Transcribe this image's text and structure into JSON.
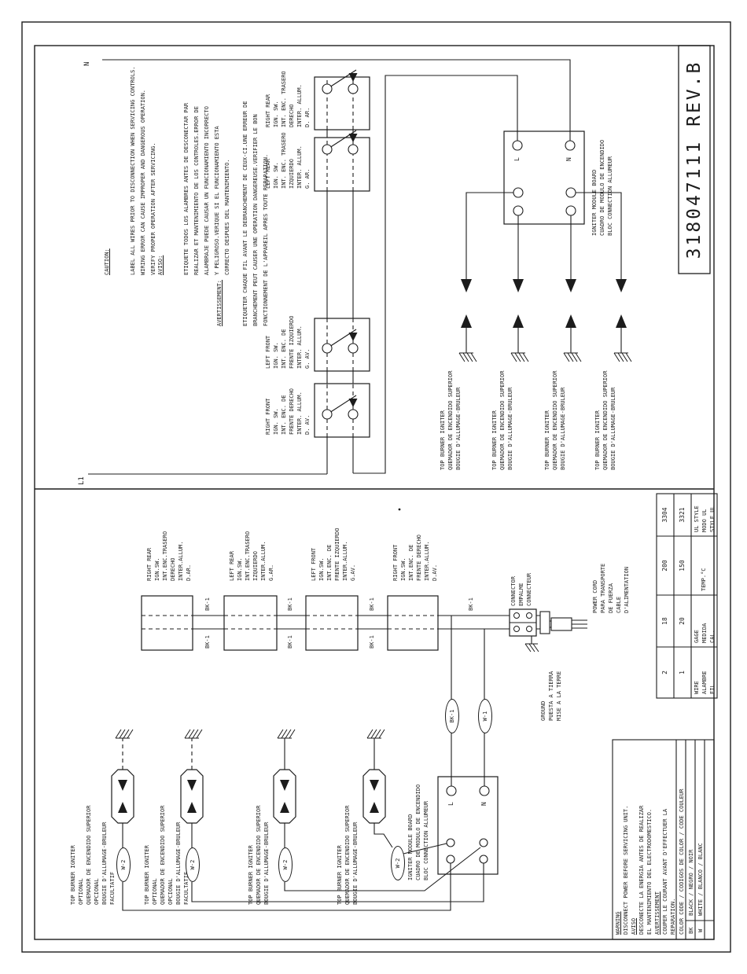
{
  "part_number": "318047111 REV.B",
  "rails": {
    "neutral": "N",
    "line": "L1"
  },
  "notes": {
    "caution": {
      "title": "CAUTION:",
      "lines": [
        "LABEL ALL WIRES PRIOR TO DISCONNECTION WHEN SERVICING CONTROLS.",
        "WIRING ERROR CAN CAUSE IMPROPER AND DANGEROUS OPERATION.",
        "VERIFY PROPER OPERATION AFTER SERVICING."
      ]
    },
    "aviso": {
      "title": "AVISO:",
      "lines": [
        "ETIQUETE TODOS LOS ALAMBRES ANTES DE DESCONECTAR PAR",
        "REALIZAR ET MANTENIMIENTO DE LOS CONTROLES.ERROR DE",
        "ALAMBRAJE PUEDE CAUSAR UN FUNCIONAMIENTO INCORRECTO",
        "Y PELIGROSO.VERIQUE SI EL FUNCIONAMIENTO ESTA",
        "CORRECTO DESPUES DEL MANTENIMIENTO."
      ]
    },
    "avertissement": {
      "title": "AVERTISSEMENT:",
      "lines": [
        "ETIQUETER CHAQUE FIL AVANT LE DEBRANCHEMENT DE CEUX-CI.UNE ERREUR DE",
        "BRANCHEMENT PEUT CAUSER UNE OPERATION DANGEREUSE.VERIFIER LE BON",
        "FONCTIONNEMENT DE L'APPAREIL APRES TOUTE REPARATION."
      ]
    }
  },
  "sheet1": {
    "switches": {
      "right_rear": [
        "RIGHT REAR",
        "IGN. SW.",
        "INT. ENC. TRASERO",
        "DERECHO",
        "INTER. ALLUM.",
        "D. AR."
      ],
      "left_rear": [
        "LEFT REAR",
        "IGN. SW.",
        "INT. ENC. TRASERO",
        "IZQUIERDO",
        "INTER. ALLUM.",
        "G. AR."
      ],
      "left_front": [
        "LEFT FRONT",
        "IGN. SW.",
        "INT. ENC. DE",
        "FRENTE IZQUIERDO",
        "INTER. ALLUM.",
        "G. AV."
      ],
      "right_front": [
        "RIGHT FRONT",
        "IGN. SW.",
        "INT. ENC. DE",
        "FRENTE DERECHO",
        "INTER. ALLUM.",
        "D. AV."
      ]
    },
    "module_board": {
      "label": [
        "IGNITER MODULE BOARD",
        "CUADRO DE MODULO DE ENCENDIDO",
        "BLOC CONNECTION ALLUMEUR"
      ],
      "terminal_l": "L",
      "terminal_n": "N"
    },
    "igniter_label": [
      "TOP BURNER IGNITER",
      "QUEMADOR DE ENCENDIDO SUPERIOR",
      "BOUGIE D'ALLUMAGE-BRULEUR"
    ]
  },
  "sheet2": {
    "switches": {
      "right_rear": [
        "RIGHT REAR",
        "IGN.SW.",
        "INT.ENC.TRASERO",
        "DERECHO",
        "INTER.ALLUM.",
        "D.AR."
      ],
      "left_rear": [
        "LEFT REAR",
        "IGN.SW.",
        "INT.ENC.TRASERO",
        "IZQUIERDO",
        "INTER.ALLUM.",
        "G.AR."
      ],
      "left_front": [
        "LEFT FRONT",
        "IGN.SW.",
        "INT.ENC. DE",
        "FRENTE IZQUIERDO",
        "INTER.ALLUM.",
        "G.AV."
      ],
      "right_front": [
        "RIGHT FRONT",
        "IGN.SW.",
        "INT.ENC. DE",
        "FRENTE DERECHO",
        "INTER.ALLUM.",
        "D.AV."
      ]
    },
    "module_board": {
      "label": [
        "IGNITER MODULE BOARD",
        "CUADRO DE MODULO DE ENCENDIDO",
        "BLOC CONNECTION ALLUMEUR"
      ],
      "terminal_l": "L",
      "terminal_n": "N"
    },
    "igniter_optional": [
      "TOP BURNER IGNITER",
      "OPTIONAL",
      "QUEMADOR DE ENCENDIDO SUPERIOR",
      "OPCIONAL",
      "BOUGIE D'ALLUMAGE-BRULEUR",
      "FACULTATIF"
    ],
    "igniter_std": [
      "TOP BURNER IGNITER",
      "QUEMADOR DE ENCENDIDO SUPERIOR",
      "BOUGIE D'ALLUMAGE-BRULEUR"
    ],
    "wire_labels": {
      "bk1": "BK-1",
      "w1": "W-1",
      "w2": "W-2"
    },
    "connector_label": [
      "CONNECTOR",
      "EMPALME",
      "CONNECTEUR"
    ],
    "power_cord": [
      "POWER CORD",
      "PARA TRANSPORTE",
      "DE FUERZA",
      "CABLE",
      "D'ALIMENTATION"
    ],
    "ground": [
      "GROUND",
      "PUESTA A TIERRA",
      "MISE A LA TERRE"
    ],
    "wire_table": {
      "headers": [
        [
          "WIRE",
          "ALAMBRE",
          "FIL"
        ],
        [
          "GAGE",
          "MEDIDA",
          "CAL."
        ],
        [
          "TEMP.°C"
        ],
        [
          "UL STYLE",
          "MODO UL",
          "STYLE UL"
        ]
      ],
      "rows": [
        [
          "2",
          "18",
          "200",
          "3304"
        ],
        [
          "1",
          "20",
          "150",
          "3321"
        ]
      ]
    },
    "warning_block": [
      {
        "t": "WARNING",
        "u": true
      },
      {
        "t": "DISCONNECT POWER BEFORE SERVICING UNIT."
      },
      {
        "t": "AVISO",
        "u": true
      },
      {
        "t": "DESCONECTE LA ENERGIA ANTES DE REALIZAR"
      },
      {
        "t": "EL MANTENIMIENTO DEL ELECTRODOMESTICO."
      },
      {
        "t": "AVERTISSEMENT",
        "u": true
      },
      {
        "t": "COUPER LE COURANT AVANT D'EFFECTUER LA"
      },
      {
        "t": "REPARATION."
      }
    ],
    "color_code": {
      "header": "COLOR CODE / CODIGOS DE COLOR / CODE COULEUR",
      "rows": [
        {
          "code": "BK",
          "names": "BLACK / NEGRO / NOIR"
        },
        {
          "code": "W",
          "names": "WHITE / BLANCO / BLANC"
        }
      ]
    }
  }
}
